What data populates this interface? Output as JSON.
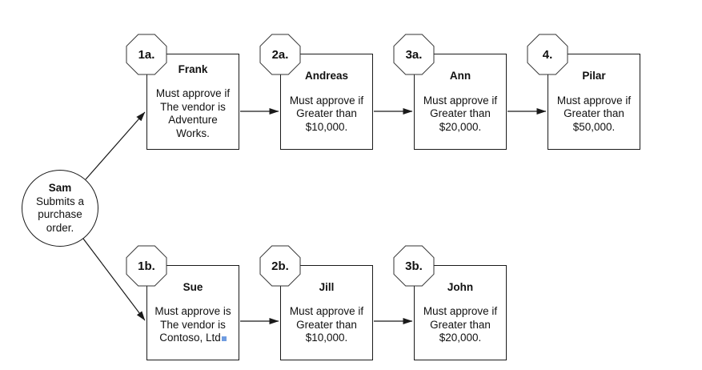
{
  "colors": {
    "background": "#ffffff",
    "line": "#1a1a1a",
    "node_fill": "#ffffff",
    "text": "#111111",
    "text_cursor": "#6f9ce0"
  },
  "start_node": {
    "title": "Sam",
    "description": "Submits a\npurchase\norder."
  },
  "top_branch": [
    {
      "badge": "1a.",
      "name": "Frank",
      "description": "Must approve if\nThe vendor is\nAdventure\nWorks."
    },
    {
      "badge": "2a.",
      "name": "Andreas",
      "description": "Must approve if\nGreater than\n$10,000."
    },
    {
      "badge": "3a.",
      "name": "Ann",
      "description": "Must approve if\nGreater than\n$20,000."
    },
    {
      "badge": "4.",
      "name": "Pilar",
      "description": "Must approve if\nGreater than\n$50,000."
    }
  ],
  "bottom_branch": [
    {
      "badge": "1b.",
      "name": "Sue",
      "description": "Must approve is\nThe vendor is\nContoso, Ltd"
    },
    {
      "badge": "2b.",
      "name": "Jill",
      "description": "Must approve if\nGreater than\n$10,000."
    },
    {
      "badge": "3b.",
      "name": "John",
      "description": "Must approve if\nGreater than\n$20,000."
    }
  ]
}
